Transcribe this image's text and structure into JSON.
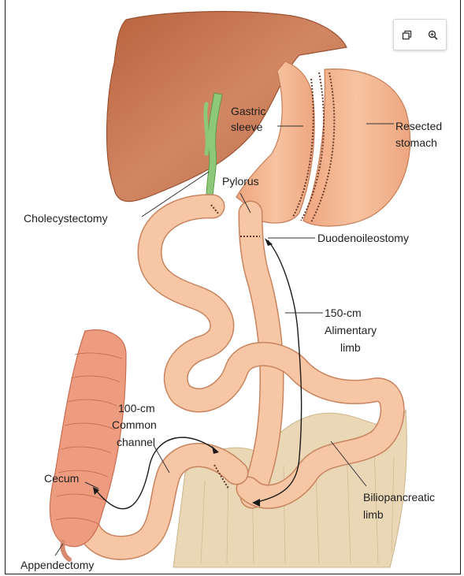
{
  "toolbar": {
    "open_icon": "open-in-new-icon",
    "zoom_icon": "zoom-in-icon"
  },
  "labels": {
    "gastric_line1": "Gastric",
    "gastric_line2": "sleeve",
    "resected_line1": "Resected",
    "resected_line2": "stomach",
    "pylorus": "Pylorus",
    "cholecystectomy": "Cholecystectomy",
    "duodenoileostomy": "Duodenoileostomy",
    "alimentary_line1": "150-cm",
    "alimentary_line2": "Alimentary",
    "alimentary_line3": "limb",
    "common_line1": "100-cm",
    "common_line2": "Common",
    "common_line3": "channel",
    "cecum": "Cecum",
    "biliopancreatic_line1": "Biliopancreatic",
    "biliopancreatic_line2": "limb",
    "appendectomy": "Appendectomy"
  },
  "colors": {
    "liver": "#c8754f",
    "stomach": "#f2b48e",
    "intestine": "#f6c39f",
    "colon": "#ee9a7f",
    "gallbladder_duct": "#8fc77a",
    "mesentery": "#e9d6b2"
  }
}
